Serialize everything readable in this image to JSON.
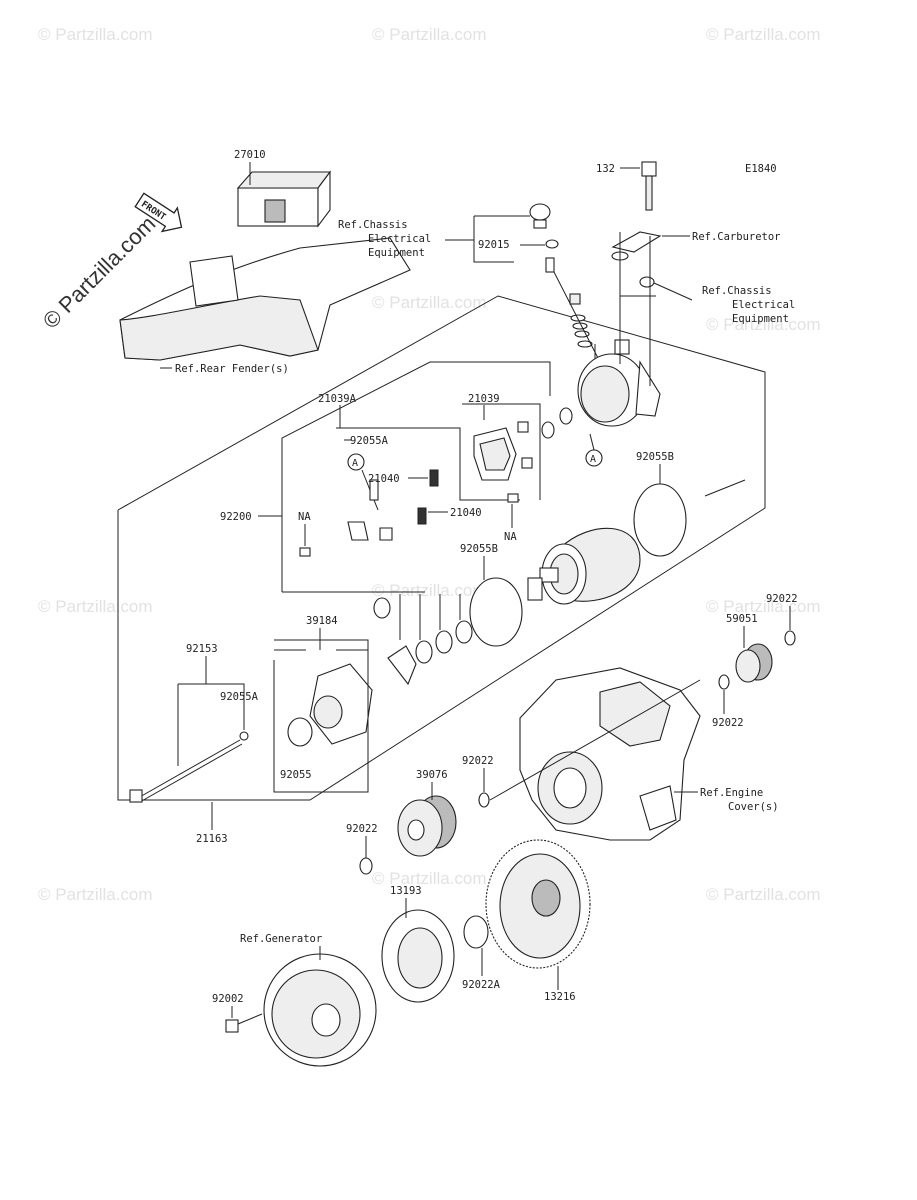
{
  "diagram_code": "E1840",
  "watermark": {
    "main": "© Partzilla.com",
    "tile": "© Partzilla.com"
  },
  "front_arrow_label": "FRONT",
  "part_labels": {
    "p27010": "27010",
    "p132": "132",
    "p92015": "92015",
    "p21039A": "21039A",
    "p21039": "21039",
    "p92055A_top": "92055A",
    "p21040_a": "21040",
    "p21040_b": "21040",
    "p92200": "92200",
    "na_left": "NA",
    "na_right": "NA",
    "p92055B_right": "92055B",
    "p92055B_mid": "92055B",
    "p39184": "39184",
    "p92153": "92153",
    "p92055A_left": "92055A",
    "p92055": "92055",
    "p21163": "21163",
    "p59051": "59051",
    "p92022_a": "92022",
    "p92022_b": "92022",
    "p92022_c": "92022",
    "p92022_d": "92022",
    "p39076": "39076",
    "p13193": "13193",
    "p92022A": "92022A",
    "p13216": "13216",
    "p92002": "92002",
    "callout_a1": "A",
    "callout_a2": "A"
  },
  "references": {
    "rear_fender": "Ref.Rear Fender(s)",
    "chassis_elec_1": [
      "Ref.Chassis",
      "Electrical",
      "Equipment"
    ],
    "carburetor": "Ref.Carburetor",
    "chassis_elec_2": [
      "Ref.Chassis",
      "Electrical",
      "Equipment"
    ],
    "engine_cover": [
      "Ref.Engine",
      "Cover(s)"
    ],
    "generator": "Ref.Generator"
  }
}
